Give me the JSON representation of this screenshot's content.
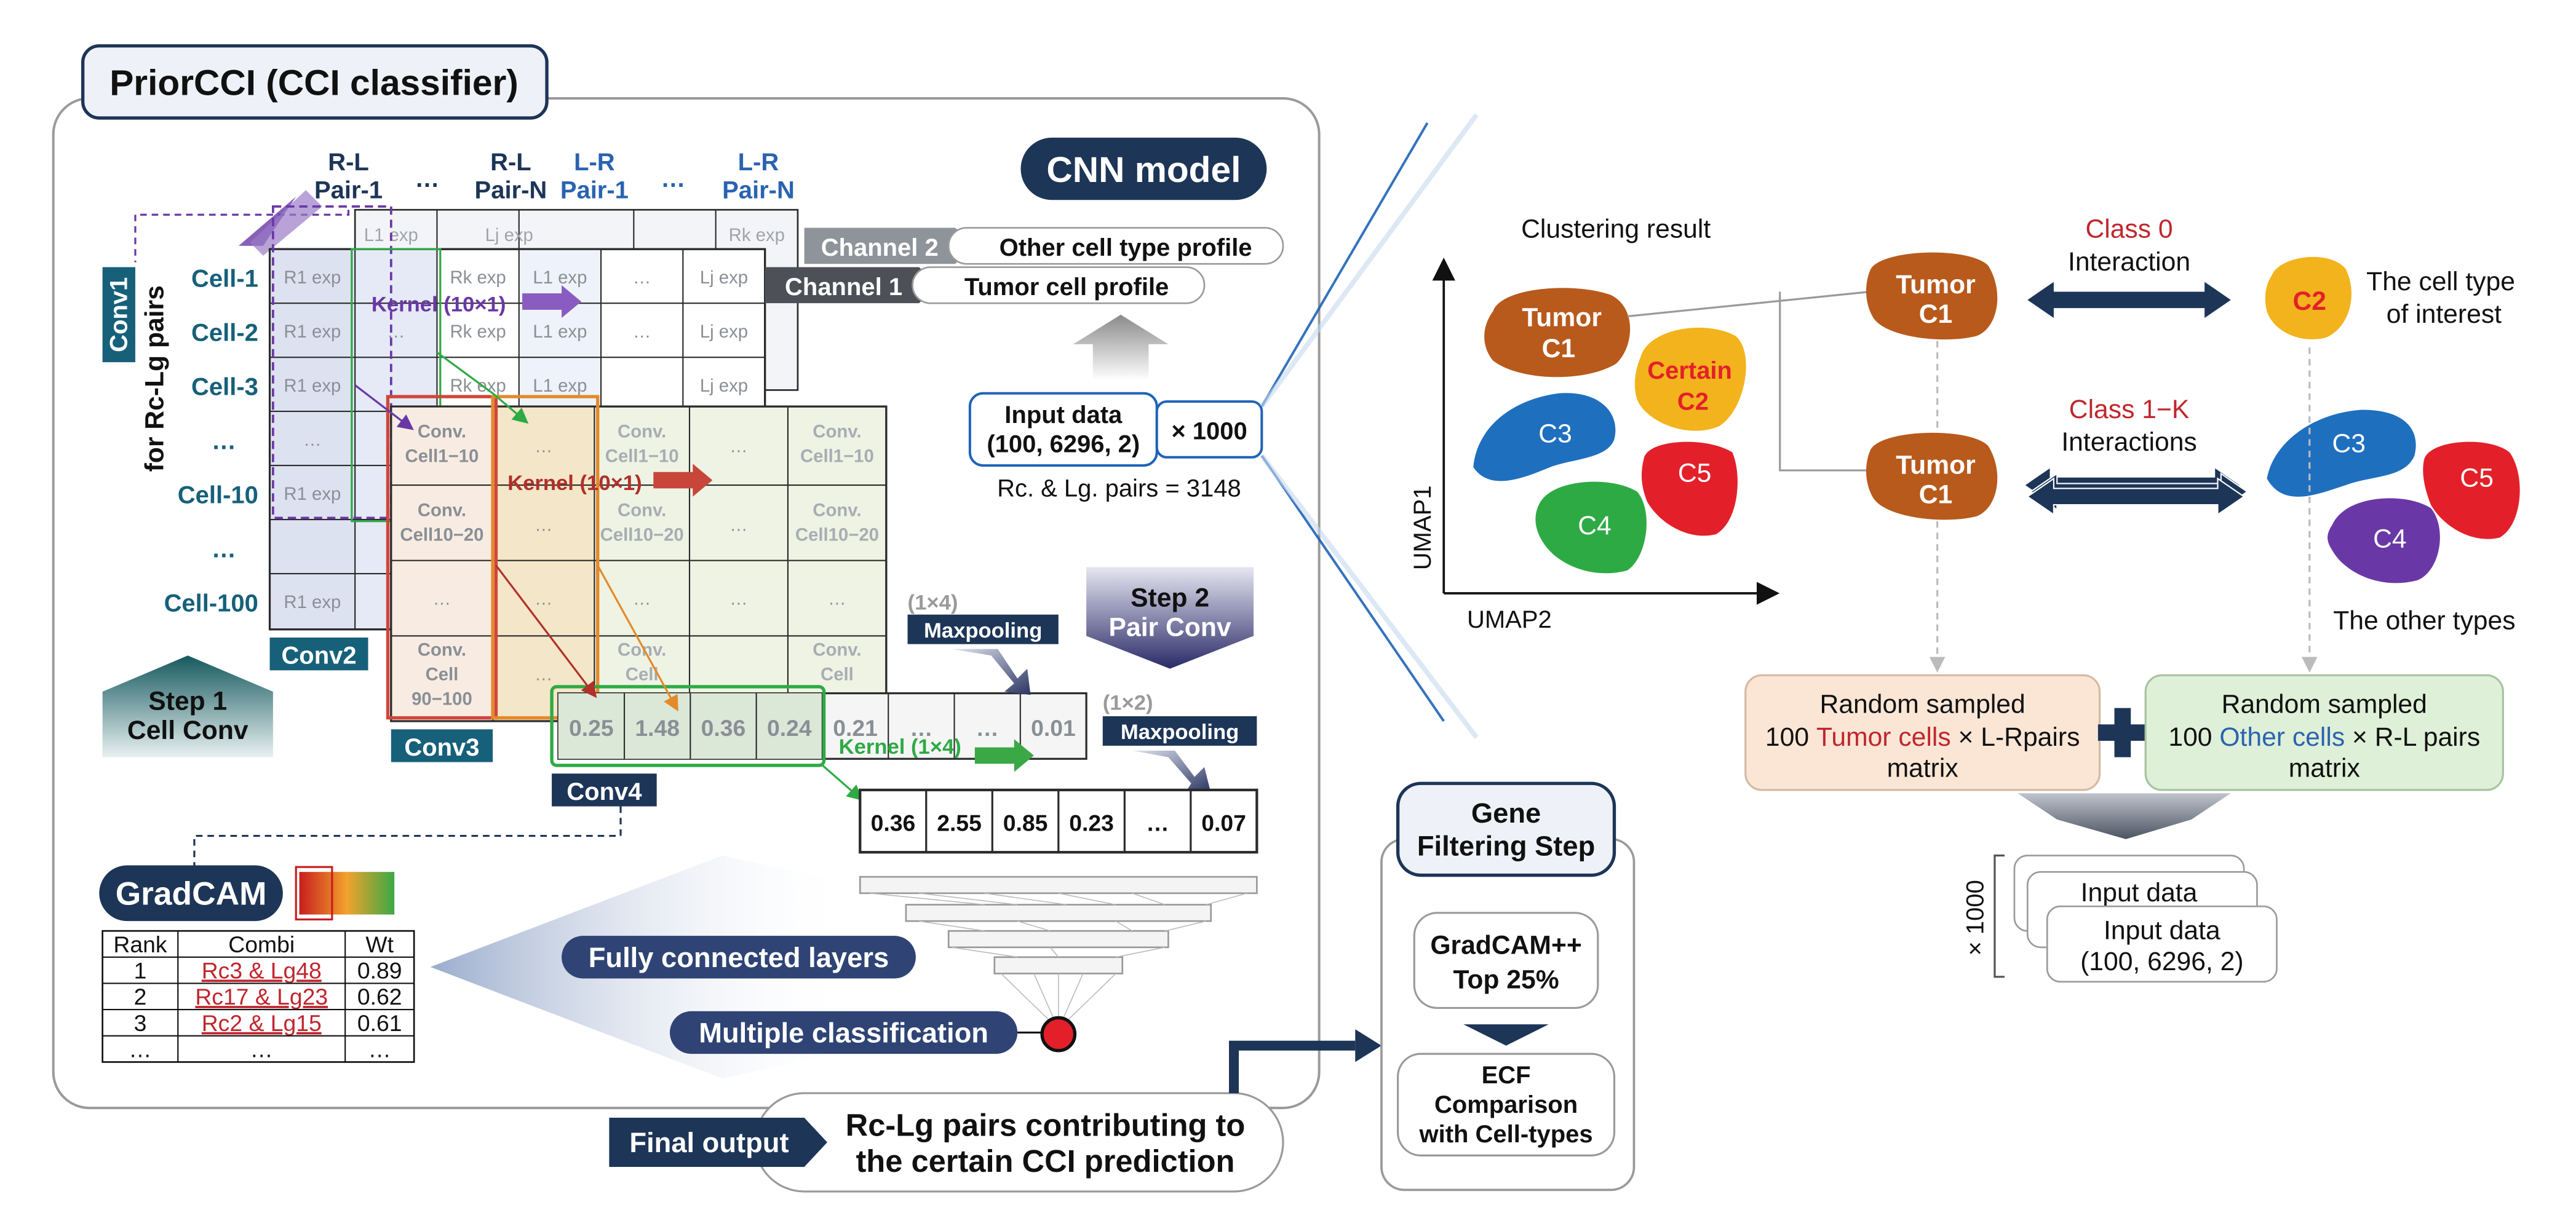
{
  "colors": {
    "navy": "#1d3557",
    "teal": "#17607a",
    "tumor": "#b85a1c",
    "certain": "#f2b31c",
    "c3": "#1f6fbf",
    "c4": "#2eaa45",
    "c5": "#e3202a",
    "purple": "#6a38a6",
    "red_text": "#c0262d",
    "blue_text": "#2a63b0"
  },
  "prior": {
    "title": "PriorCCI (CCI classifier)",
    "cnn_model": "CNN model",
    "col_headers": {
      "rl1_a": "R-L",
      "rl1_b": "Pair-1",
      "dots": "…",
      "rln_a": "R-L",
      "rln_b": "Pair-N",
      "lr1_a": "L-R",
      "lr1_b": "Pair-1",
      "lrn_a": "L-R",
      "lrn_b": "Pair-N"
    },
    "conv1": "Conv1",
    "rc_lg_pairs": "for Rc-Lg pairs",
    "rows": [
      "Cell-1",
      "Cell-2",
      "Cell-3",
      "…",
      "Cell-10",
      "…",
      "Cell-100"
    ],
    "cells": {
      "r1": "R1 exp",
      "rk": "Rk exp",
      "l1": "L1 exp",
      "lj": "Lj exp",
      "dots": "…"
    },
    "kernel_10x1": "Kernel (10×1)",
    "kernel_1x4": "Kernel (1×4)",
    "channel2": "Channel 2",
    "channel2_desc": "Other cell type profile",
    "channel1": "Channel 1",
    "channel1_desc": "Tumor cell profile",
    "input_data_a": "Input data",
    "input_data_b": "(100, 6296, 2)",
    "times_1000": "× 1000",
    "pairs_count": "Rc. & Lg. pairs = 3148",
    "conv_cells": {
      "a1": "Conv.",
      "a2": "Cell1−10",
      "b2": "Cell10−20",
      "c2": "Cell",
      "c3": "90−100"
    },
    "conv2": "Conv2",
    "conv3": "Conv3",
    "conv4": "Conv4",
    "step1_a": "Step 1",
    "step1_b": "Cell Conv",
    "step2_a": "Step 2",
    "step2_b": "Pair Conv",
    "maxpool_1x4_size": "(1×4)",
    "maxpool_1x2_size": "(1×2)",
    "maxpooling": "Maxpooling",
    "conv4_values": [
      "0.25",
      "1.48",
      "0.36",
      "0.24",
      "0.21",
      "…",
      "…",
      "0.01"
    ],
    "pool_values": [
      "0.36",
      "2.55",
      "0.85",
      "0.23",
      "…",
      "0.07"
    ],
    "fully_connected": "Fully connected layers",
    "multiple_classification": "Multiple classification",
    "gradcam": "GradCAM",
    "table": {
      "headers": [
        "Rank",
        "Combi",
        "Wt"
      ],
      "rows": [
        [
          "1",
          "Rc3 & Lg48",
          "0.89"
        ],
        [
          "2",
          "Rc17 & Lg23",
          "0.62"
        ],
        [
          "3",
          "Rc2 & Lg15",
          "0.61"
        ],
        [
          "…",
          "…",
          "…"
        ]
      ]
    },
    "final_output": "Final output",
    "final_desc_a": "Rc-Lg pairs contributing to",
    "final_desc_b": "the certain CCI prediction"
  },
  "gene_filter": {
    "title_a": "Gene",
    "title_b": "Filtering Step",
    "gradcam_a": "GradCAM++",
    "gradcam_b": "Top 25%",
    "ecf_a": "ECF",
    "ecf_b": "Comparison",
    "ecf_c": "with Cell-types"
  },
  "clustering": {
    "title": "Clustering result",
    "umap1": "UMAP1",
    "umap2": "UMAP2",
    "tumor_a": "Tumor",
    "tumor_b": "C1",
    "certain_a": "Certain",
    "certain_b": "C2",
    "c2": "C2",
    "c3": "C3",
    "c4": "C4",
    "c5": "C5",
    "class0": "Class 0",
    "interaction": "Interaction",
    "class1k": "Class 1−K",
    "interactions": "Interactions",
    "cell_type_a": "The cell type",
    "cell_type_b": "of interest",
    "other_types": "The other types",
    "rs_left_a": "Random sampled",
    "rs_left_b1": "100 ",
    "rs_left_b2": "Tumor cells",
    "rs_left_b3": " × L-Rpairs",
    "rs_left_c": "matrix",
    "rs_right_a": "Random sampled",
    "rs_right_b1": "100 ",
    "rs_right_b2": "Other cells",
    "rs_right_b3": " × R-L pairs",
    "rs_right_c": "matrix",
    "stack_times": "× 1000",
    "stack_a": "Input data",
    "stack_b": "Input data",
    "stack_c": "(100, 6296, 2)"
  }
}
